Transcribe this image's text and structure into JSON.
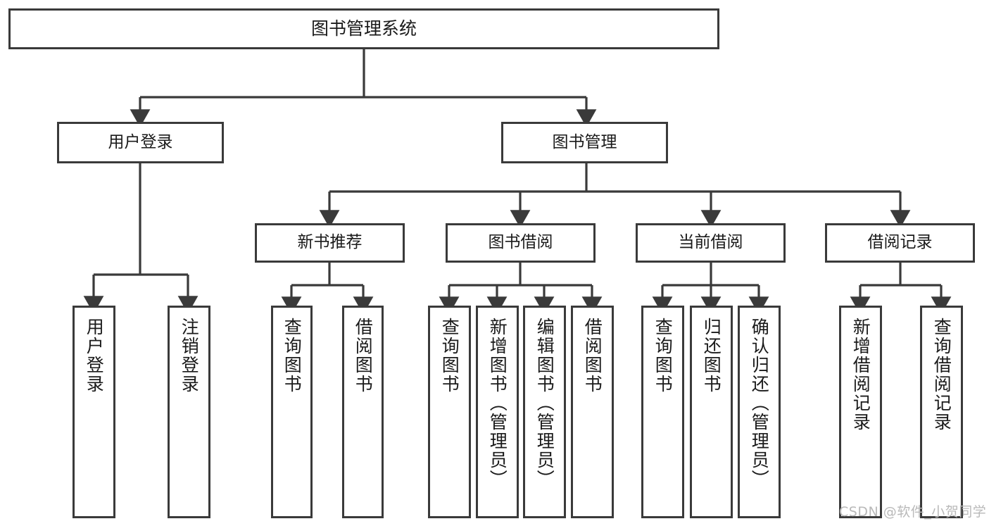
{
  "diagram": {
    "title": "图书管理系统",
    "type": "hierarchy-tree",
    "colors": {
      "node_border": "#3a3a3a",
      "node_fill": "#ffffff",
      "edge": "#3a3a3a",
      "text": "#1a1a1a",
      "watermark": "#b9b9b9"
    },
    "nodes": {
      "root": {
        "label": "图书管理系统"
      },
      "level1": [
        {
          "id": "user-login",
          "label": "用户登录"
        },
        {
          "id": "book-management",
          "label": "图书管理"
        }
      ],
      "level2": [
        {
          "id": "new-book-recommend",
          "label": "新书推荐"
        },
        {
          "id": "book-borrow",
          "label": "图书借阅"
        },
        {
          "id": "current-borrow",
          "label": "当前借阅"
        },
        {
          "id": "borrow-record",
          "label": "借阅记录"
        }
      ],
      "leaves": {
        "user-login": [
          {
            "id": "leaf-user-login",
            "label": "用户登录"
          },
          {
            "id": "leaf-logout",
            "label": "注销登录"
          }
        ],
        "new-book-recommend": [
          {
            "id": "leaf-query-book-1",
            "label": "查询图书"
          },
          {
            "id": "leaf-borrow-book-1",
            "label": "借阅图书"
          }
        ],
        "book-borrow": [
          {
            "id": "leaf-query-book-2",
            "label": "查询图书"
          },
          {
            "id": "leaf-add-book",
            "label": "新增图书（管理员）"
          },
          {
            "id": "leaf-edit-book",
            "label": "编辑图书（管理员）"
          },
          {
            "id": "leaf-borrow-book-2",
            "label": "借阅图书"
          }
        ],
        "current-borrow": [
          {
            "id": "leaf-query-book-3",
            "label": "查询图书"
          },
          {
            "id": "leaf-return-book",
            "label": "归还图书"
          },
          {
            "id": "leaf-confirm-return",
            "label": "确认归还（管理员）"
          }
        ],
        "borrow-record": [
          {
            "id": "leaf-add-record",
            "label": "新增借阅记录"
          },
          {
            "id": "leaf-query-record",
            "label": "查询借阅记录"
          }
        ]
      }
    },
    "watermark": "CSDN @软件_小贺同学"
  }
}
